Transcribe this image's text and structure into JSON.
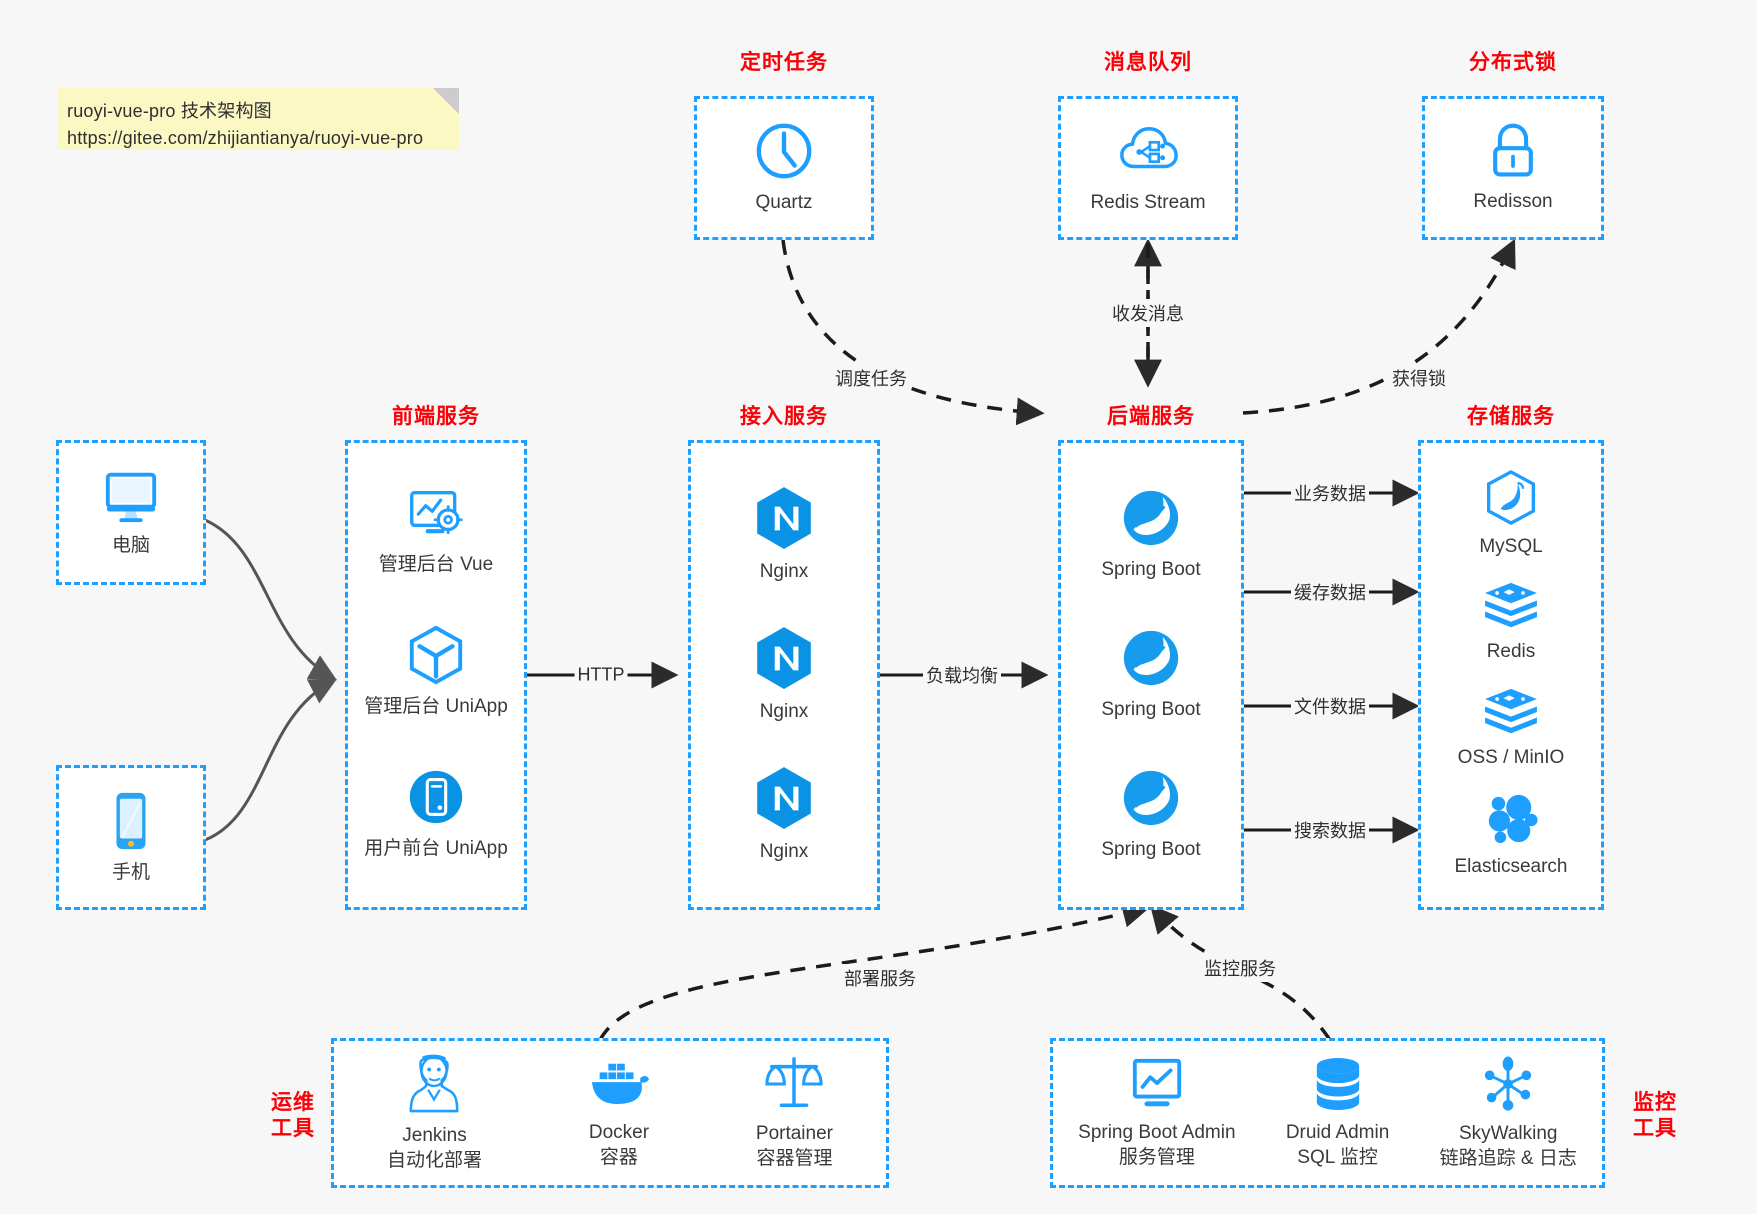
{
  "diagram": {
    "title": "ruoyi-vue-pro 技术架构图",
    "background_color": "#f7f7f7",
    "accent_color": "#1e9eff",
    "title_color": "#fb0007",
    "note": {
      "line1": "ruoyi-vue-pro 技术架构图",
      "line2": "https://gitee.com/zhijiantianya/ruoyi-vue-pro",
      "background_color": "#fbf8c4"
    }
  },
  "groups": {
    "scheduler": {
      "title": "定时任务",
      "nodes": [
        {
          "label": "Quartz",
          "icon": "clock-icon"
        }
      ]
    },
    "message_queue": {
      "title": "消息队列",
      "nodes": [
        {
          "label": "Redis Stream",
          "icon": "cloud-network-icon"
        }
      ]
    },
    "distributed_lock": {
      "title": "分布式锁",
      "nodes": [
        {
          "label": "Redisson",
          "icon": "lock-icon"
        }
      ]
    },
    "clients": {
      "nodes": [
        {
          "label": "电脑",
          "icon": "desktop-monitor-icon"
        },
        {
          "label": "手机",
          "icon": "mobile-phone-icon"
        }
      ]
    },
    "frontend": {
      "title": "前端服务",
      "nodes": [
        {
          "label": "管理后台 Vue",
          "icon": "dashboard-gear-icon"
        },
        {
          "label": "管理后台 UniApp",
          "icon": "hexagon-cube-icon"
        },
        {
          "label": "用户前台 UniApp",
          "icon": "mobile-circle-icon"
        }
      ]
    },
    "gateway": {
      "title": "接入服务",
      "nodes": [
        {
          "label": "Nginx",
          "icon": "nginx-icon"
        },
        {
          "label": "Nginx",
          "icon": "nginx-icon"
        },
        {
          "label": "Nginx",
          "icon": "nginx-icon"
        }
      ]
    },
    "backend": {
      "title": "后端服务",
      "nodes": [
        {
          "label": "Spring Boot",
          "icon": "spring-boot-icon"
        },
        {
          "label": "Spring Boot",
          "icon": "spring-boot-icon"
        },
        {
          "label": "Spring Boot",
          "icon": "spring-boot-icon"
        }
      ]
    },
    "storage": {
      "title": "存储服务",
      "nodes": [
        {
          "label": "MySQL",
          "icon": "mysql-dolphin-icon"
        },
        {
          "label": "Redis",
          "icon": "redis-stack-icon"
        },
        {
          "label": "OSS / MinIO",
          "icon": "redis-stack-icon"
        },
        {
          "label": "Elasticsearch",
          "icon": "elasticsearch-icon"
        }
      ]
    },
    "devops": {
      "title": "运维\n工具",
      "title_line1": "运维",
      "title_line2": "工具",
      "nodes": [
        {
          "label": "Jenkins",
          "sublabel": "自动化部署",
          "icon": "jenkins-butler-icon"
        },
        {
          "label": "Docker",
          "sublabel": "容器",
          "icon": "docker-whale-icon"
        },
        {
          "label": "Portainer",
          "sublabel": "容器管理",
          "icon": "scales-balance-icon"
        }
      ]
    },
    "monitoring": {
      "title_line1": "监控",
      "title_line2": "工具",
      "nodes": [
        {
          "label": "Spring Boot Admin",
          "sublabel": "服务管理",
          "icon": "monitor-chart-icon"
        },
        {
          "label": "Druid Admin",
          "sublabel": "SQL 监控",
          "icon": "database-cylinder-icon"
        },
        {
          "label": "SkyWalking",
          "sublabel": "链路追踪 & 日志",
          "icon": "skywalking-node-icon"
        }
      ]
    }
  },
  "edges": [
    {
      "id": "http",
      "label": "HTTP",
      "from": "frontend",
      "to": "gateway"
    },
    {
      "id": "lb",
      "label": "负载均衡",
      "from": "gateway",
      "to": "backend"
    },
    {
      "id": "schedule",
      "label": "调度任务",
      "from": "scheduler",
      "to": "backend"
    },
    {
      "id": "mq",
      "label": "收发消息",
      "from": "backend",
      "to": "message_queue"
    },
    {
      "id": "lock",
      "label": "获得锁",
      "from": "backend",
      "to": "distributed_lock"
    },
    {
      "id": "biz-data",
      "label": "业务数据",
      "from": "backend",
      "to": "mysql"
    },
    {
      "id": "cache-data",
      "label": "缓存数据",
      "from": "backend",
      "to": "redis"
    },
    {
      "id": "file-data",
      "label": "文件数据",
      "from": "backend",
      "to": "oss"
    },
    {
      "id": "search-data",
      "label": "搜索数据",
      "from": "backend",
      "to": "elasticsearch"
    },
    {
      "id": "deploy",
      "label": "部署服务",
      "from": "devops",
      "to": "backend"
    },
    {
      "id": "monitor",
      "label": "监控服务",
      "from": "monitoring",
      "to": "backend"
    }
  ]
}
